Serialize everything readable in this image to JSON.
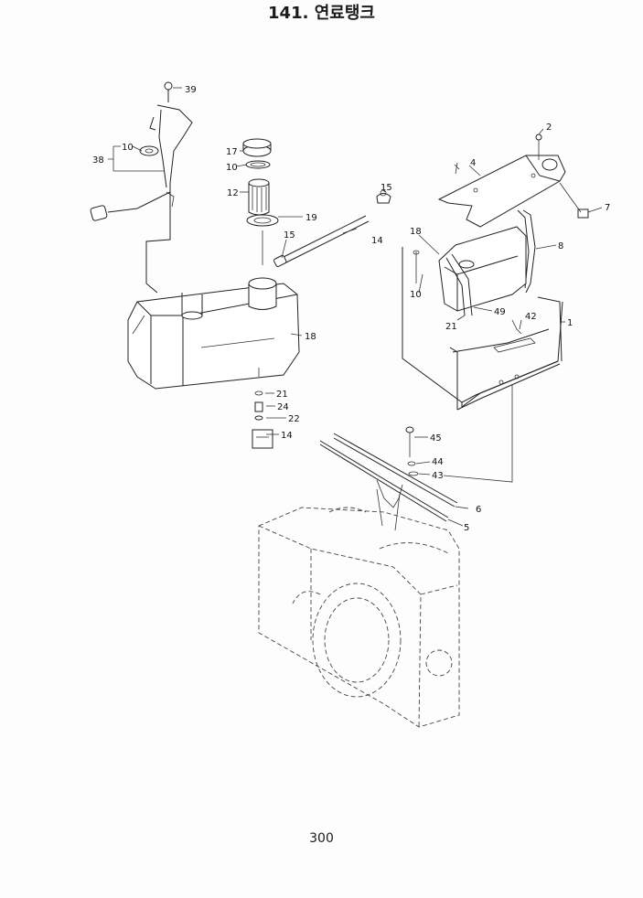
{
  "title": "141. 연료탱크",
  "page_number": "300",
  "callouts": {
    "c39": "39",
    "c38": "38",
    "c10a": "10",
    "c17": "17",
    "c10b": "10",
    "c12": "12",
    "c19": "19",
    "c15a": "15",
    "c15b": "15",
    "c14a": "14",
    "c18a": "18",
    "c21a": "21",
    "c24": "24",
    "c22": "22",
    "c14b": "14",
    "c2": "2",
    "c4": "4",
    "c7": "7",
    "c8": "8",
    "c18b": "18",
    "c10c": "10",
    "c49": "49",
    "c21b": "21",
    "c42": "42",
    "c1": "1",
    "c45": "45",
    "c44": "44",
    "c43": "43",
    "c6": "6",
    "c5": "5"
  }
}
